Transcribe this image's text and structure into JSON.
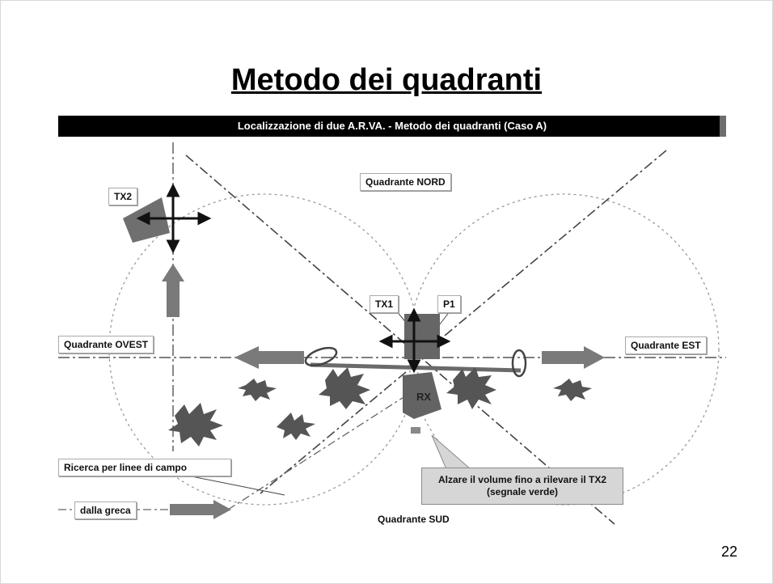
{
  "slide": {
    "title": "Metodo dei quadranti",
    "page_number": "22"
  },
  "diagram": {
    "header": "Localizzazione di due A.R.VA. - Metodo dei quadranti (Caso A)",
    "labels": {
      "tx2": "TX2",
      "tx1": "TX1",
      "p1": "P1",
      "rx": "RX",
      "north": "Quadrante NORD",
      "west": "Quadrante OVEST",
      "east": "Quadrante EST",
      "south": "Quadrante SUD",
      "field_lines": "Ricerca per linee di campo",
      "greca": "dalla greca"
    },
    "callout": "Alzare il volume fino a rilevare il TX2 (segnale verde)",
    "colors": {
      "header_bg": "#000000",
      "device": "#6f6f6f",
      "arrow": "#7a7a7a",
      "callout_bg": "#d6d6d6"
    }
  }
}
